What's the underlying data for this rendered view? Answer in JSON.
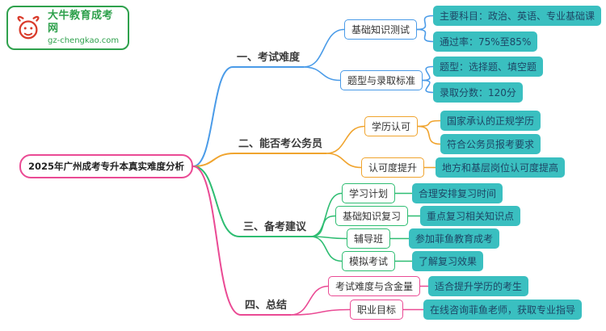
{
  "logo": {
    "title": "大牛教育成考网",
    "subtitle": "gz-chengkao.com",
    "green": "#2fa14d",
    "red": "#d93b2b"
  },
  "root": {
    "label": "2025年广州成考专升本真实难度分析",
    "border_color": "#ea4a94"
  },
  "palette": {
    "leaf_bg": "#3abfc0",
    "leaf_text": "#1d4665",
    "node_text": "#333333"
  },
  "branches": [
    {
      "label": "一、考试难度",
      "color": "#4a9be8",
      "children": [
        {
          "label": "基础知识测试",
          "leaves": [
            "主要科目：政治、英语、专业基础课",
            "通过率：75%至85%"
          ]
        },
        {
          "label": "题型与录取标准",
          "leaves": [
            "题型：选择题、填空题",
            "录取分数：120分"
          ]
        }
      ]
    },
    {
      "label": "二、能否考公务员",
      "color": "#f0a42e",
      "children": [
        {
          "label": "学历认可",
          "leaves": [
            "国家承认的正规学历",
            "符合公务员报考要求"
          ]
        },
        {
          "label": "认可度提升",
          "leaves": [
            "地方和基层岗位认可度提高"
          ]
        }
      ]
    },
    {
      "label": "三、备考建议",
      "color": "#2ebd72",
      "children": [
        {
          "label": "学习计划",
          "leaves": [
            "合理安排复习时间"
          ]
        },
        {
          "label": "基础知识复习",
          "leaves": [
            "重点复习相关知识点"
          ]
        },
        {
          "label": "辅导班",
          "leaves": [
            "参加菲鱼教育成考"
          ]
        },
        {
          "label": "模拟考试",
          "leaves": [
            "了解复习效果"
          ]
        }
      ]
    },
    {
      "label": "四、总结",
      "color": "#ea4a94",
      "children": [
        {
          "label": "考试难度与含金量",
          "leaves": [
            "适合提升学历的考生"
          ]
        },
        {
          "label": "职业目标",
          "leaves": [
            "在线咨询菲鱼老师，获取专业指导"
          ]
        }
      ]
    }
  ]
}
